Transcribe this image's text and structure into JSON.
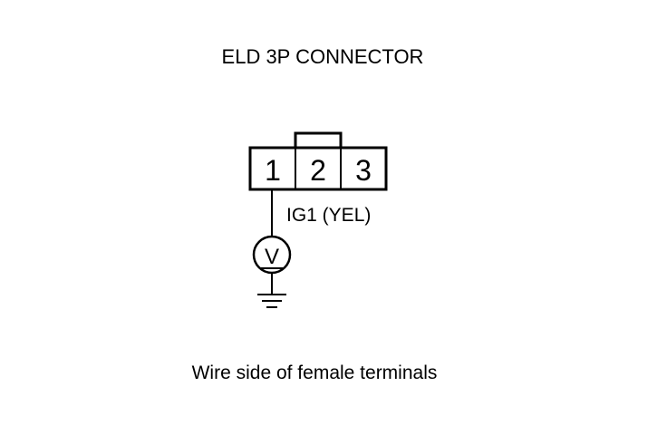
{
  "title": "ELD 3P CONNECTOR",
  "connector": {
    "pins": [
      "1",
      "2",
      "3"
    ]
  },
  "wire_label": "IG1 (YEL)",
  "meter": {
    "symbol": "V"
  },
  "caption": "Wire side of female terminals",
  "colors": {
    "line": "#000000",
    "background": "#ffffff"
  }
}
